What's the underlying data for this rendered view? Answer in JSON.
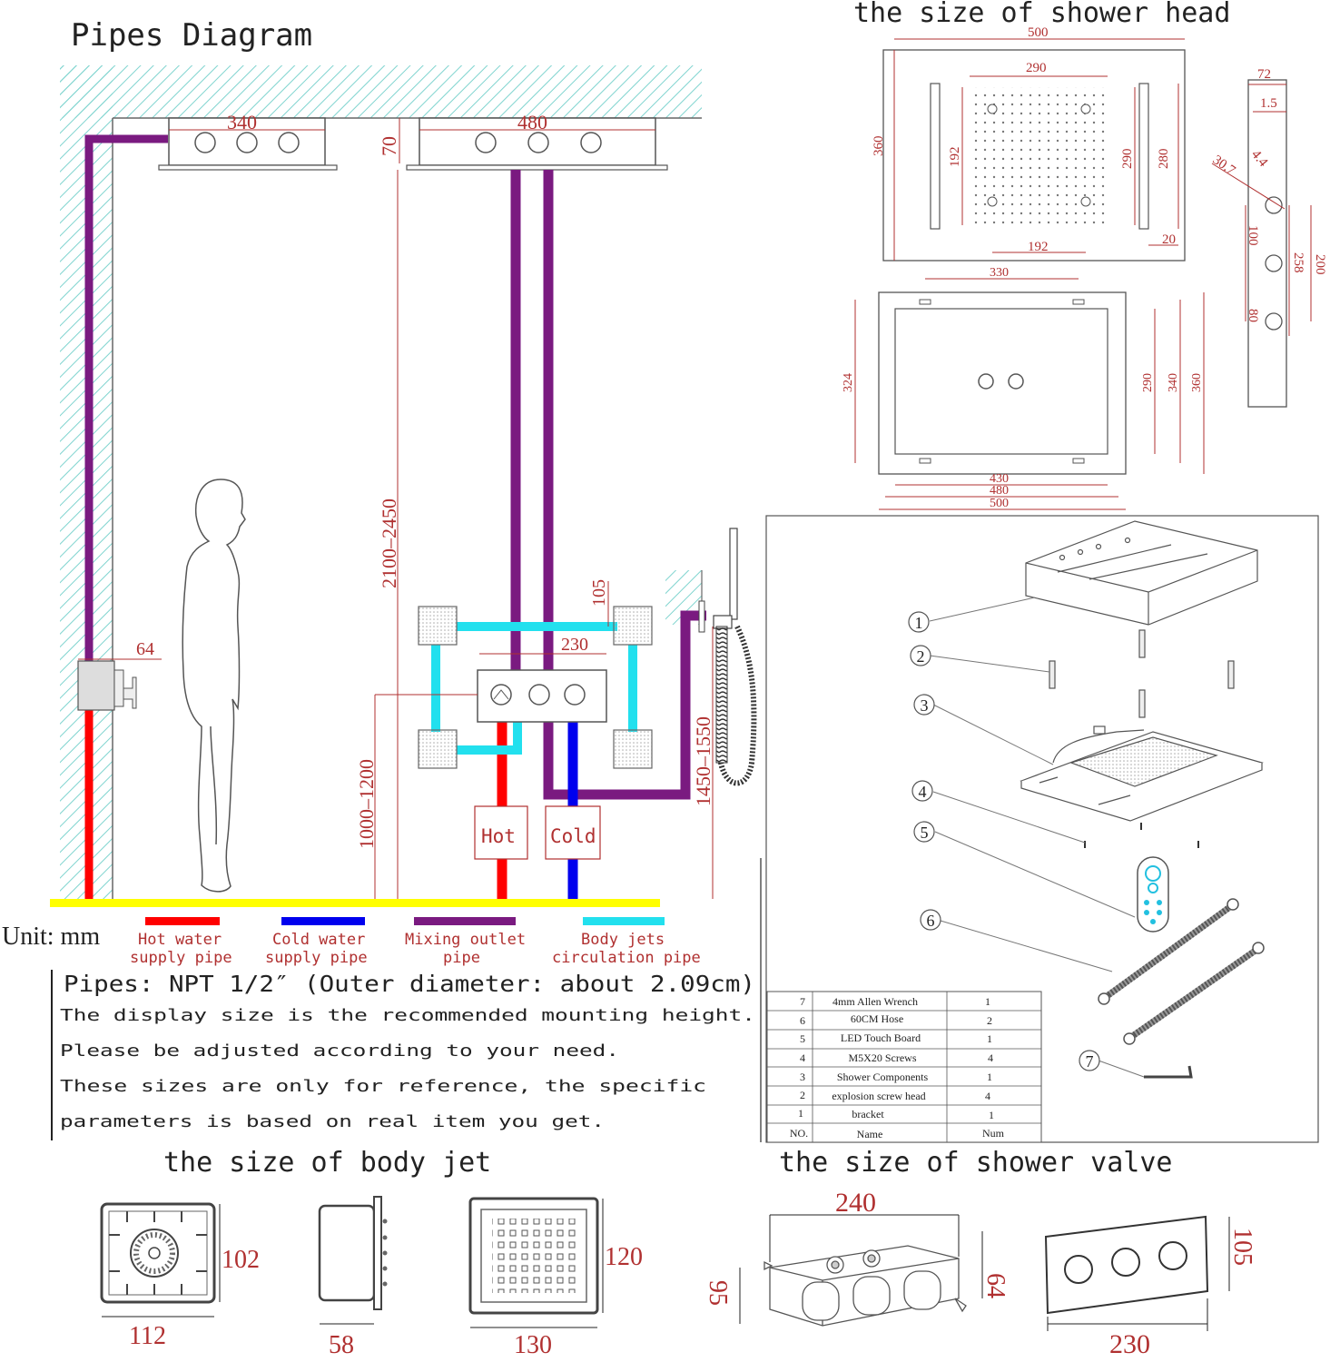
{
  "colors": {
    "hot": "#ff0000",
    "cold": "#0000ee",
    "mix": "#7a1a80",
    "jets": "#22e0ee",
    "floor": "#ffff00",
    "dim": "#b03030",
    "wall": "#7fd4cf",
    "line": "#333333"
  },
  "pipes": {
    "title": "Pipes Diagram",
    "dims": {
      "d340": "340",
      "d480": "480",
      "d70": "70",
      "d64": "64",
      "d2100": "2100–2450",
      "d105": "105",
      "d230": "230",
      "d1000": "1000–1200",
      "d1450": "1450–1550"
    },
    "hot_box": "Hot",
    "cold_box": "Cold",
    "unit": "Unit: mm",
    "legend": [
      {
        "label1": "Hot water",
        "label2": "supply pipe",
        "color": "#ff0000"
      },
      {
        "label1": "Cold water",
        "label2": "supply pipe",
        "color": "#0000ee"
      },
      {
        "label1": "Mixing outlet",
        "label2": "pipe",
        "color": "#7a1a80"
      },
      {
        "label1": "Body jets",
        "label2": "circulation pipe",
        "color": "#22e0ee"
      }
    ],
    "note_title": "Pipes: NPT 1/2″ (Outer diameter: about 2.09cm)",
    "notes": [
      "The display size is the recommended mounting height.",
      "Please be adjusted according to your need.",
      "These sizes are only for reference, the specific",
      "parameters is based on real item you get."
    ]
  },
  "shower_head": {
    "title": "the size of shower head",
    "top_view": {
      "w500": "500",
      "w290": "290",
      "h360": "360",
      "h192l": "192",
      "h290": "290",
      "h280": "280",
      "w192": "192",
      "w20": "20"
    },
    "side_view": {
      "d72": "72",
      "d15": "1.5",
      "d307": "30.7",
      "d44": "4.4",
      "d100": "100",
      "d258": "258",
      "d200": "200",
      "d80": "80"
    },
    "bottom_view": {
      "w330": "330",
      "h324": "324",
      "h290": "290",
      "h340": "340",
      "h360": "360",
      "w430": "430",
      "w480": "480",
      "w500": "500"
    }
  },
  "parts": {
    "callouts": [
      "1",
      "2",
      "3",
      "4",
      "5",
      "6",
      "7"
    ],
    "table": [
      {
        "no": "7",
        "name": "4mm Allen Wrench",
        "num": "1"
      },
      {
        "no": "6",
        "name": "60CM Hose",
        "num": "2"
      },
      {
        "no": "5",
        "name": "LED Touch Board",
        "num": "1"
      },
      {
        "no": "4",
        "name": "M5X20 Screws",
        "num": "4"
      },
      {
        "no": "3",
        "name": "Shower Components",
        "num": "1"
      },
      {
        "no": "2",
        "name": "explosion screw head",
        "num": "4"
      },
      {
        "no": "1",
        "name": "bracket",
        "num": "1"
      },
      {
        "no": "NO.",
        "name": "Name",
        "num": "Num"
      }
    ]
  },
  "body_jet": {
    "title": "the size of body jet",
    "d102": "102",
    "d112": "112",
    "d58": "58",
    "d120": "120",
    "d130": "130"
  },
  "valve": {
    "title": "the size of shower valve",
    "d240": "240",
    "d95": "95",
    "d64": "64",
    "d105": "105",
    "d230": "230"
  }
}
